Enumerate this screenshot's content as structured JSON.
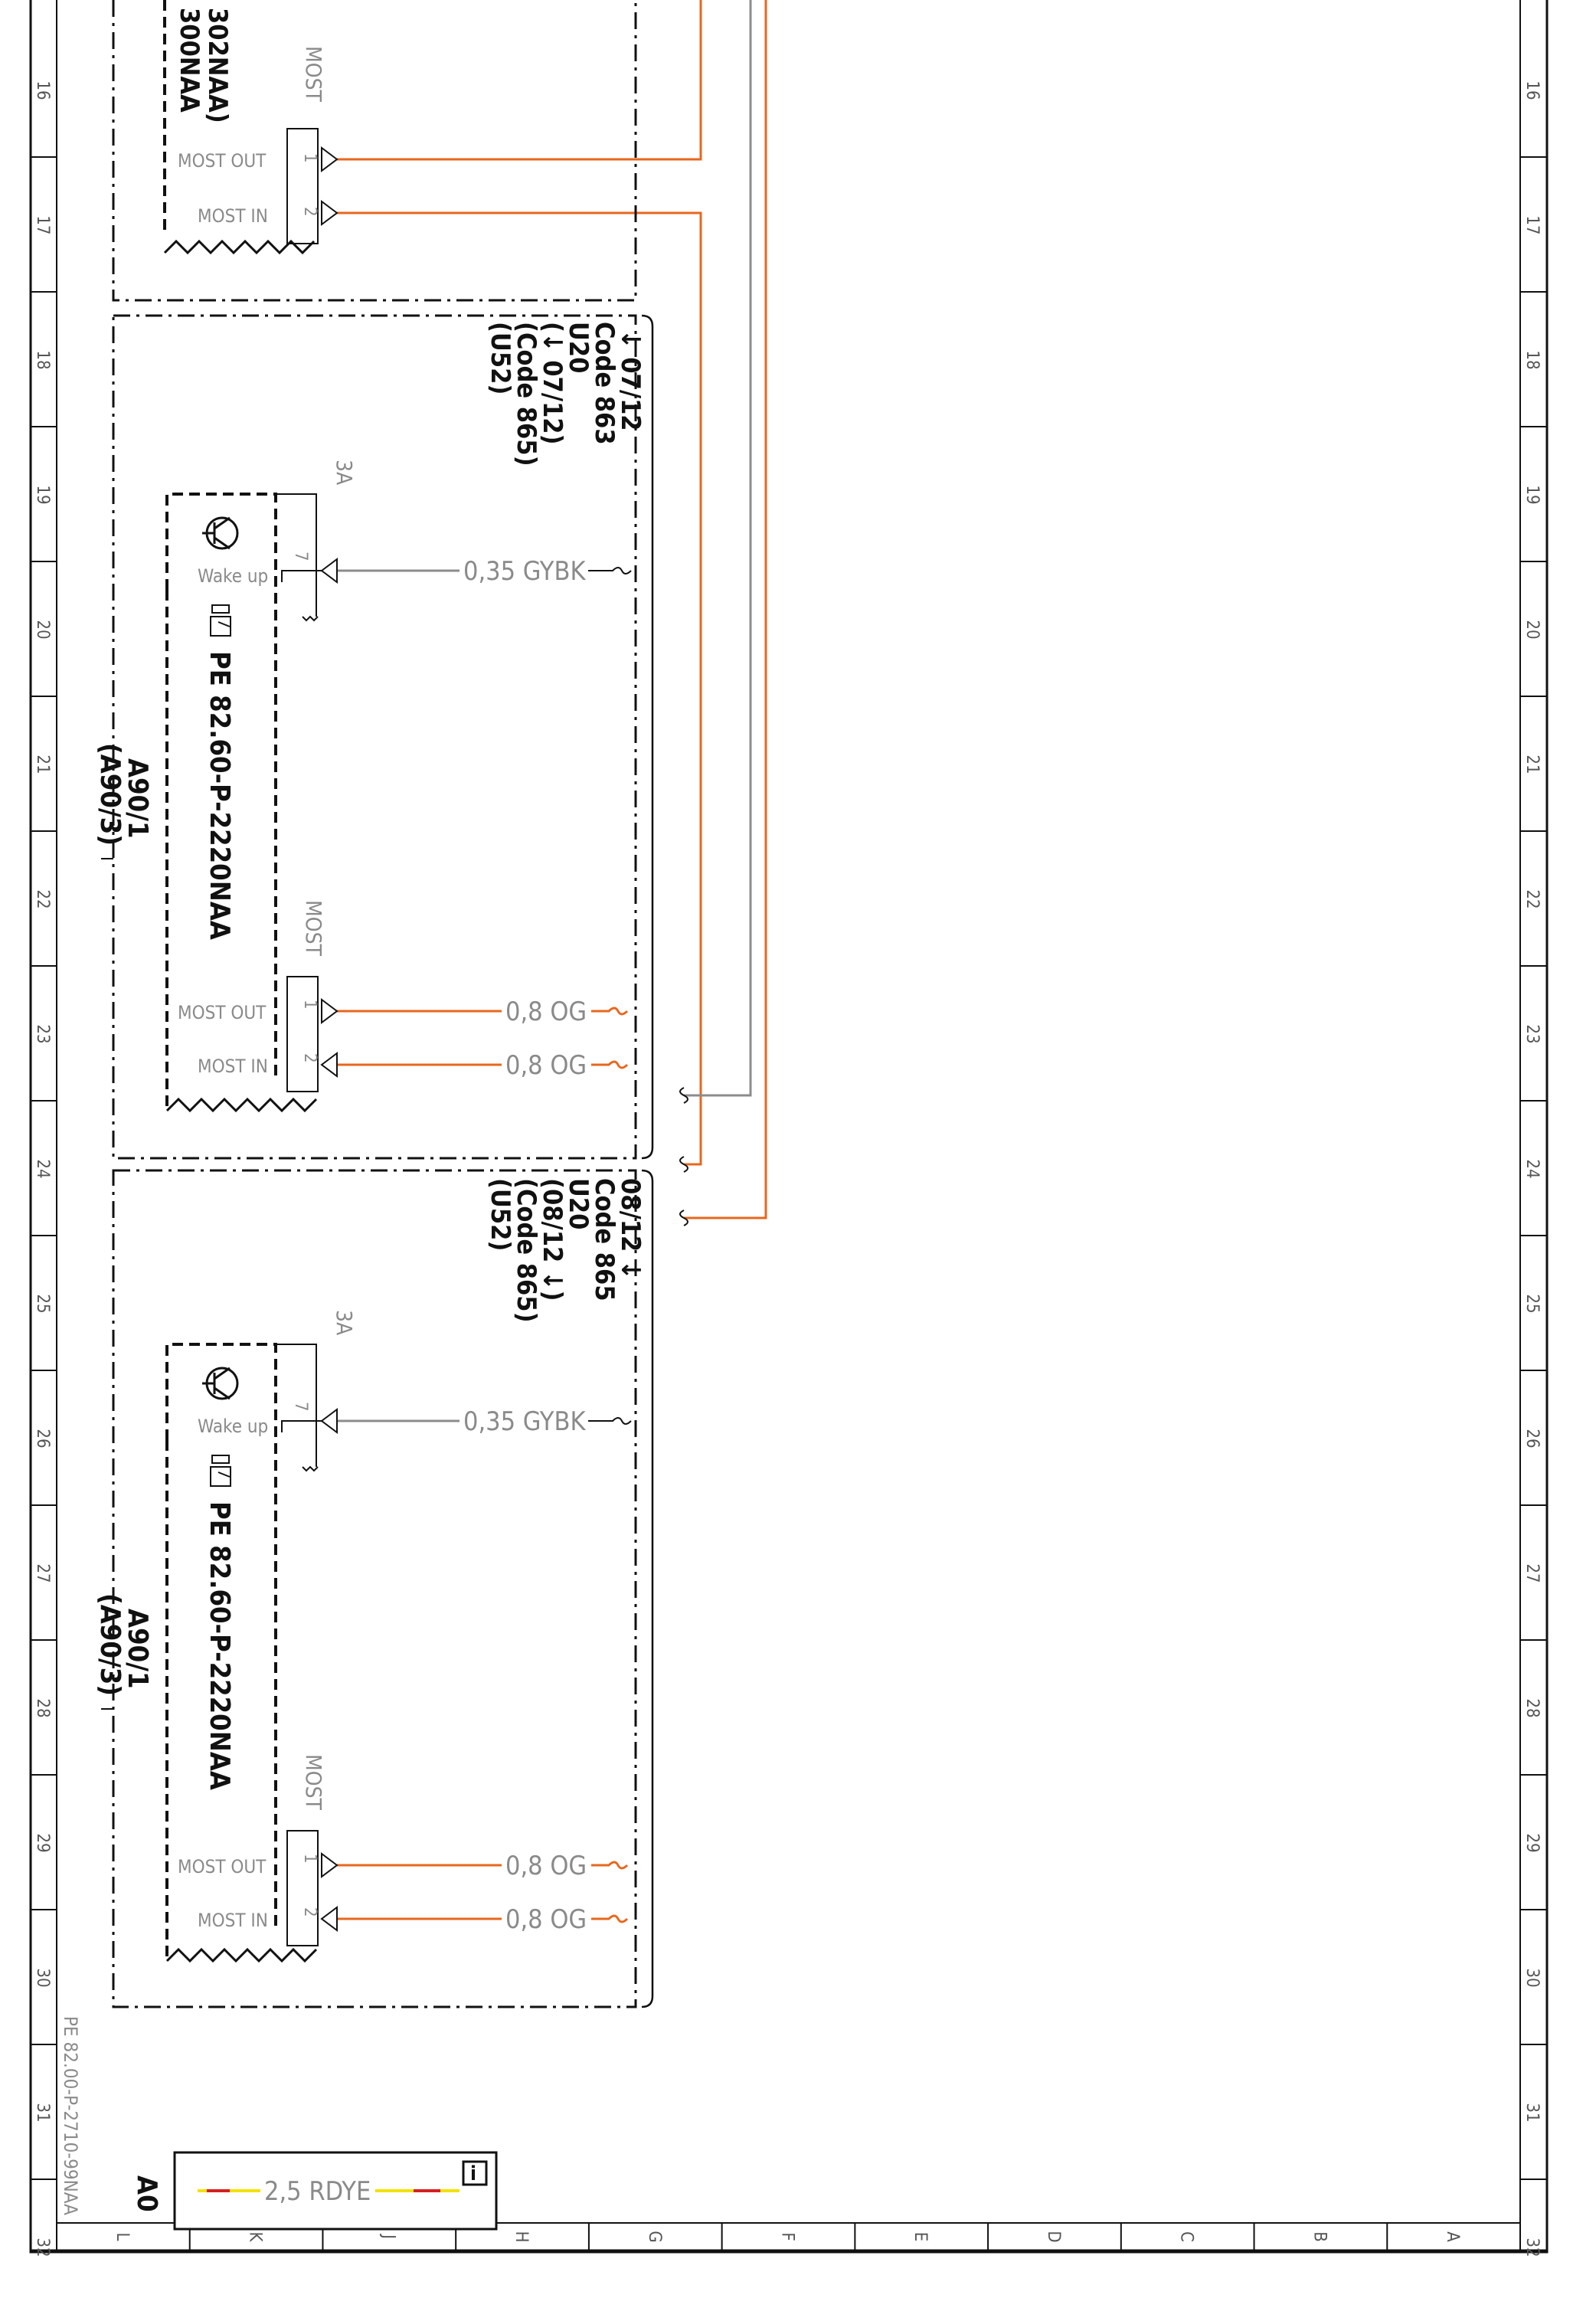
{
  "border": {
    "row_numbers": [
      "16",
      "17",
      "18",
      "19",
      "20",
      "21",
      "22",
      "23",
      "24",
      "25",
      "26",
      "27",
      "28",
      "29",
      "30",
      "31",
      "32"
    ],
    "column_letters": [
      "L",
      "K",
      "J",
      "H",
      "G",
      "F",
      "E",
      "D",
      "C",
      "B",
      "A"
    ]
  },
  "top_module": {
    "part_lines": [
      "300NAA",
      "302NAA)"
    ],
    "most_label": "MOST",
    "most_out_label": "MOST OUT",
    "most_in_label": "MOST IN",
    "pin_out": "1",
    "pin_in": "2"
  },
  "module1": {
    "variant_lines": [
      "↓ 07/12",
      "Code 863",
      "U20",
      "(↓ 07/12)",
      "(Code 865)",
      "(U52)"
    ],
    "connector_3a": "3A",
    "wake_label": "Wake up",
    "wake_pin": "7",
    "wake_wire": "0,35 GYBK",
    "pe_ref": "PE 82.60-P-2220NAA",
    "component_lines": [
      "A90/1",
      "(A90/3)"
    ],
    "most_label": "MOST",
    "most_out_label": "MOST OUT",
    "most_in_label": "MOST IN",
    "pin_out": "1",
    "pin_in": "2",
    "out_wire": "0,8 OG",
    "in_wire": "0,8 OG"
  },
  "module2": {
    "variant_lines": [
      "08/12 ↓",
      "Code 865",
      "U20",
      "(08/12 ↓)",
      "(Code 865)",
      "(U52)"
    ],
    "connector_3a": "3A",
    "wake_label": "Wake up",
    "wake_pin": "7",
    "wake_wire": "0,35 GYBK",
    "pe_ref": "PE 82.60-P-2220NAA",
    "component_lines": [
      "A90/1",
      "(A90/3)"
    ],
    "most_label": "MOST",
    "most_out_label": "MOST OUT",
    "most_in_label": "MOST IN",
    "pin_out": "1",
    "pin_in": "2",
    "out_wire": "0,8 OG",
    "in_wire": "0,8 OG"
  },
  "footer": {
    "sheet_ref": "PE 82.00-P-2710-99NAA",
    "legend_wire": "2,5 RDYE",
    "legend_id": "A0",
    "info_icon_glyph": "i"
  },
  "colors": {
    "wire_orange": "#e8671e",
    "wire_grey": "#8c8c8c",
    "legend_red": "#d42020",
    "legend_yellow": "#f2e200",
    "line": "#111111"
  }
}
